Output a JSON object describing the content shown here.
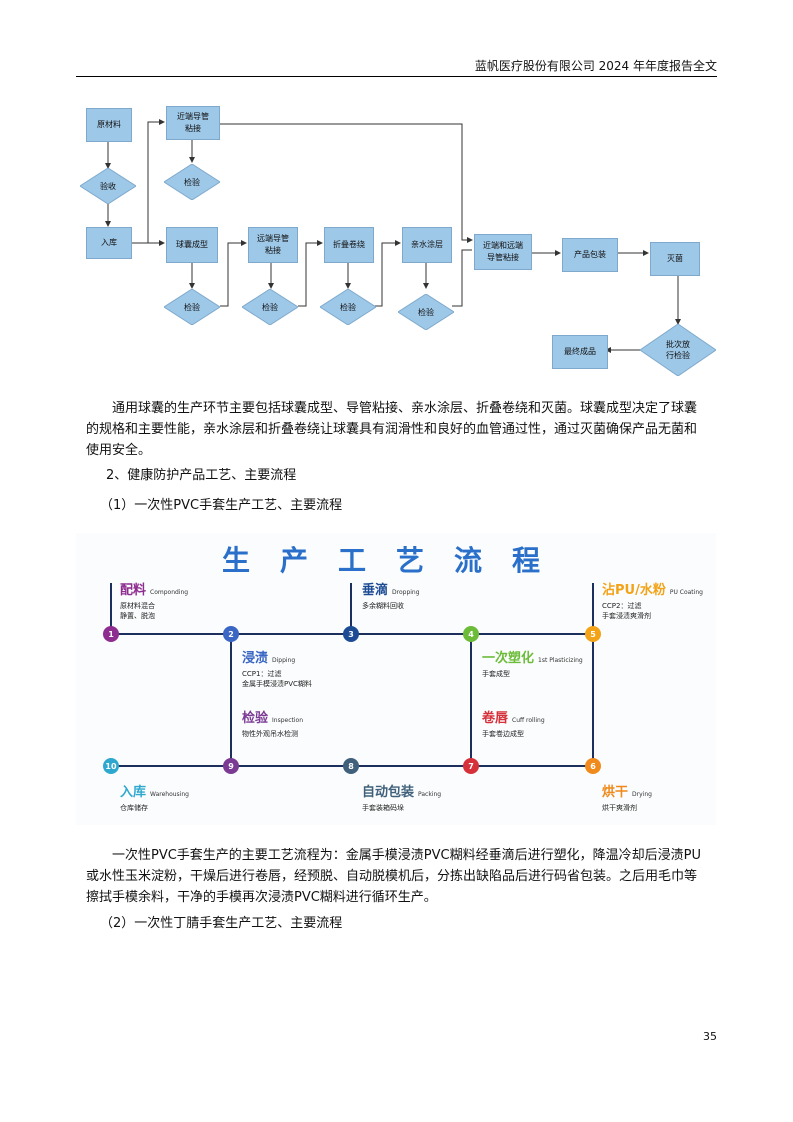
{
  "header": {
    "title": "蓝帆医疗股份有限公司 2024 年年度报告全文"
  },
  "flowchart": {
    "raw": "原材料",
    "inspect": "验收",
    "storage": "入库",
    "proximal_bond": "近端导管\n粘接",
    "check": "检验",
    "balloon_form": "球囊成型",
    "distal_bond": "远端导管\n粘接",
    "fold": "折叠卷绕",
    "hydrophilic": "亲水涂层",
    "both_bond": "近端和远端\n导管粘接",
    "pack": "产品包装",
    "sterilize": "灭菌",
    "batch_check": "批次放\n行检验",
    "final": "最终成品"
  },
  "text": {
    "para1": "通用球囊的生产环节主要包括球囊成型、导管粘接、亲水涂层、折叠卷绕和灭菌。球囊成型决定了球囊的规格和主要性能，亲水涂层和折叠卷绕让球囊具有润滑性和良好的血管通过性，通过灭菌确保产品无菌和使用安全。",
    "h_health": "2、健康防护产品工艺、主要流程",
    "h_pvc": "（1）一次性PVC手套生产工艺、主要流程",
    "para2": "一次性PVC手套生产的主要工艺流程为：金属手模浸渍PVC糊料经垂滴后进行塑化，降温冷却后浸渍PU或水性玉米淀粉，干燥后进行卷唇，经预脱、自动脱模机后，分拣出缺陷品后进行码省包装。之后用毛巾等擦拭手模余料，干净的手模再次浸渍PVC糊料进行循环生产。",
    "h_nitrile": "（2）一次性丁腈手套生产工艺、主要流程"
  },
  "process": {
    "title": "生产工艺流程",
    "steps": [
      {
        "n": "1",
        "cn": "配料",
        "en": "Componding",
        "d1": "原材料混合",
        "d2": "静置、脱泡",
        "color": "#8e2d8f"
      },
      {
        "n": "2",
        "cn": "浸渍",
        "en": "Dipping",
        "d1": "CCP1：过滤",
        "d2": "金属手模浸渍PVC糊料",
        "color": "#3a66c4"
      },
      {
        "n": "3",
        "cn": "垂滴",
        "en": "Dropping",
        "d1": "多余糊料回收",
        "d2": "",
        "color": "#1d4c95"
      },
      {
        "n": "4",
        "cn": "一次塑化",
        "en": "1st Plasticizing",
        "d1": "手套成型",
        "d2": "",
        "color": "#6cbc3a"
      },
      {
        "n": "5",
        "cn": "沾PU/水粉",
        "en": "PU Coating",
        "d1": "CCP2：过滤",
        "d2": "手套浸渍爽滑剂",
        "color": "#f2a318"
      },
      {
        "n": "6",
        "cn": "烘干",
        "en": "Drying",
        "d1": "烘干爽滑剂",
        "d2": "",
        "color": "#f08a1c"
      },
      {
        "n": "7",
        "cn": "卷唇",
        "en": "Cuff rolling",
        "d1": "手套卷边成型",
        "d2": "",
        "color": "#d6313a"
      },
      {
        "n": "8",
        "cn": "自动包装",
        "en": "Packing",
        "d1": "手套装箱码垛",
        "d2": "",
        "color": "#40607c"
      },
      {
        "n": "9",
        "cn": "检验",
        "en": "Inspection",
        "d1": "物性外观吊水检测",
        "d2": "",
        "color": "#7b3b94"
      },
      {
        "n": "10",
        "cn": "入库",
        "en": "Warehousing",
        "d1": "仓库储存",
        "d2": "",
        "color": "#2fa8cf"
      }
    ]
  },
  "page_number": "35"
}
